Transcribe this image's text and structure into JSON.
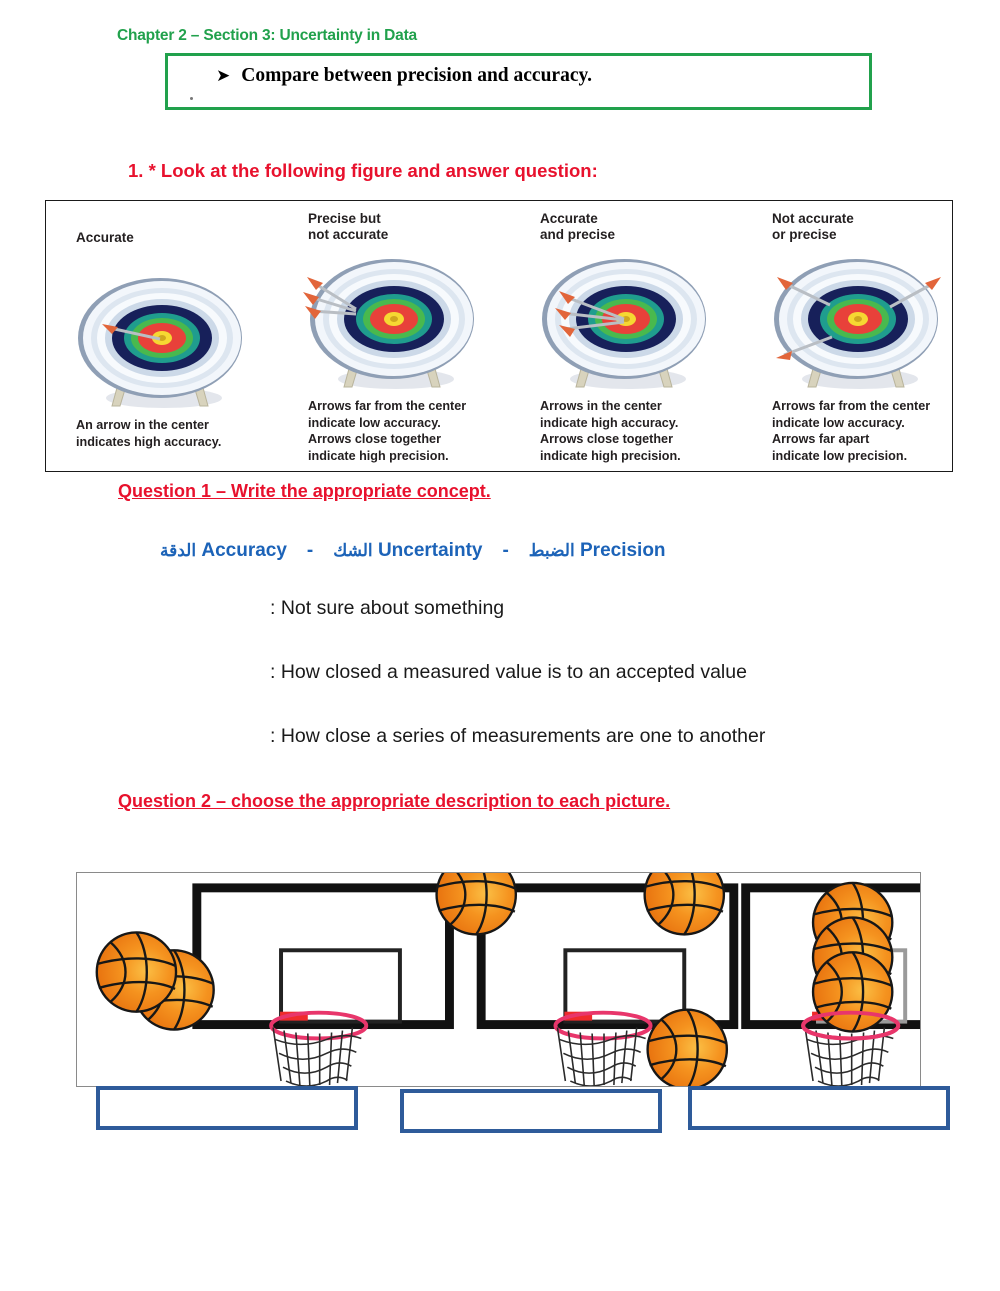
{
  "header": {
    "chapter_title": "Chapter 2 – Section 3: Uncertainty in Data",
    "objective_bullet": "➤",
    "objective_text": "Compare between precision and accuracy."
  },
  "instruction": {
    "text": "1.  * Look at the following figure and answer question:"
  },
  "figure": {
    "panels": [
      {
        "heading": "Accurate",
        "heading_lines": [
          "Accurate"
        ],
        "caption": "An arrow in the center indicates high accuracy.",
        "caption_lines": [
          "An arrow in the center",
          "indicates high accuracy."
        ],
        "arrows": 1,
        "accurate": true,
        "precise": false
      },
      {
        "heading": "Precise but not accurate",
        "heading_lines": [
          "Precise but",
          "not accurate"
        ],
        "caption": "Arrows far from the center indicate low accuracy. Arrows close together indicate high precision.",
        "caption_lines": [
          "Arrows far from the center",
          "indicate low accuracy.",
          "Arrows close together",
          "indicate high precision."
        ],
        "arrows": 3,
        "accurate": false,
        "precise": true
      },
      {
        "heading": "Accurate and precise",
        "heading_lines": [
          "Accurate",
          "and precise"
        ],
        "caption": "Arrows in the center indicate high accuracy. Arrows close together indicate high precision.",
        "caption_lines": [
          "Arrows in the center",
          "indicate high accuracy.",
          "Arrows close together",
          "indicate high precision."
        ],
        "arrows": 3,
        "accurate": true,
        "precise": true
      },
      {
        "heading": "Not accurate or precise",
        "heading_lines": [
          "Not accurate",
          "or precise"
        ],
        "caption": "Arrows far from the center indicate low accuracy. Arrows far apart indicate low precision.",
        "caption_lines": [
          "Arrows far from the center",
          "indicate low accuracy.",
          "Arrows far apart",
          "indicate low precision."
        ],
        "arrows": 3,
        "accurate": false,
        "precise": false
      }
    ],
    "target_colors": {
      "outer_rim": "#8f9fb5",
      "ring_white": "#f2f6fb",
      "ring_light_blue": "#ccd9e8",
      "ring_navy": "#17205a",
      "ring_teal": "#2bb5a0",
      "ring_green": "#49b94e",
      "ring_red": "#e8413a",
      "center_yellow": "#f6d832",
      "arrow_shaft": "#b9bec4",
      "arrow_fletch": "#e2653a"
    }
  },
  "question1": {
    "heading": "Question 1 – Write the appropriate concept.",
    "word_bank": [
      {
        "arabic": "الدقة",
        "english": "Accuracy"
      },
      {
        "arabic": "الشك",
        "english": "Uncertainty"
      },
      {
        "arabic": "الضبط",
        "english": "Precision"
      }
    ],
    "word_bank_separator": "-",
    "definitions": [
      ": Not sure about something",
      ": How closed a measured value is to an accepted value",
      ": How close a series of measurements are one to another"
    ]
  },
  "question2": {
    "heading": "Question 2 – choose the  appropriate description to each picture.",
    "hoops": [
      {
        "name": "hoop-precise-not-accurate",
        "balls": 2,
        "description": "Two basketballs clustered together at the left side of the backboard, missing the hoop",
        "answer_value": ""
      },
      {
        "name": "hoop-not-accurate-not-precise",
        "balls": 3,
        "description": "Three basketballs scattered around the backboard, all missing the hoop",
        "answer_value": ""
      },
      {
        "name": "hoop-accurate-and-precise",
        "balls": 3,
        "description": "Three basketballs stacked going through the hoop",
        "answer_value": ""
      }
    ],
    "answer_boxes": [
      "",
      "",
      ""
    ],
    "colors": {
      "ball_orange": "#f07d18",
      "ball_highlight": "#fbb33c",
      "ball_line": "#1a1a1a",
      "rim": "#e8366b",
      "backboard": "#111111",
      "answer_border": "#2e5b9a"
    }
  }
}
